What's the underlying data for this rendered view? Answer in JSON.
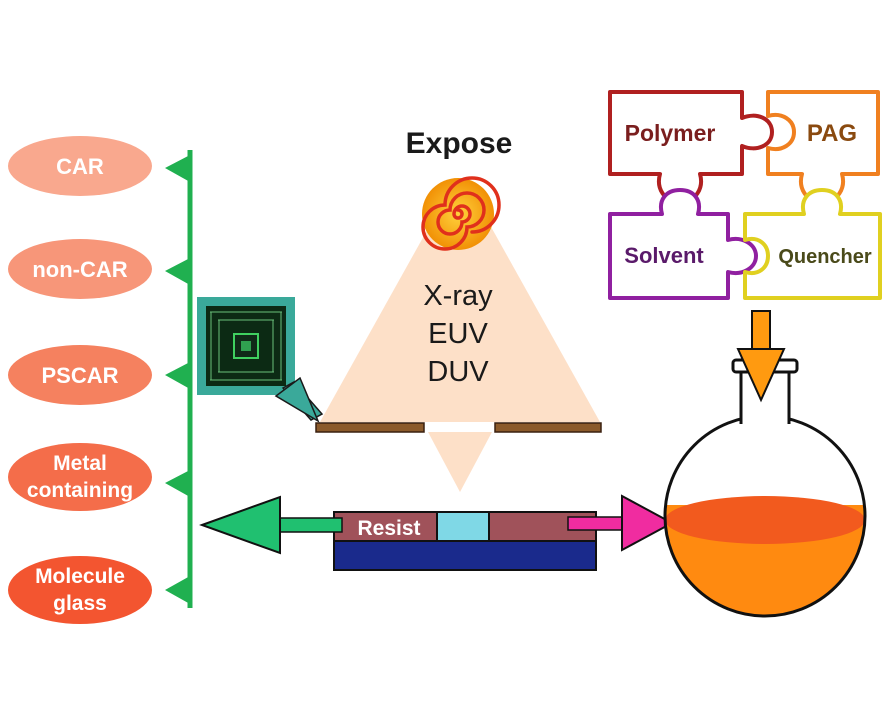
{
  "resist_types": [
    {
      "line1": "CAR",
      "line2": ""
    },
    {
      "line1": "non-CAR",
      "line2": ""
    },
    {
      "line1": "PSCAR",
      "line2": ""
    },
    {
      "line1": "Metal",
      "line2": "containing"
    },
    {
      "line1": "Molecule",
      "line2": "glass"
    }
  ],
  "expose": {
    "title": "Expose",
    "sources": [
      "X-ray",
      "EUV",
      "DUV"
    ]
  },
  "resist_label": "Resist",
  "components": {
    "polymer": "Polymer",
    "pag": "PAG",
    "solvent": "Solvent",
    "quencher": "Quencher"
  },
  "colors": {
    "pill": "#f47a5c",
    "green_line": "#20b050",
    "beam": "#fde0c8",
    "mask": "#8b5a2b",
    "resist": "#a0525a",
    "resist_open": "#7fd8e6",
    "substrate": "#1a2a8c",
    "liquid": "#ff7f00",
    "polymer_outline": "#b02020",
    "pag_outline": "#f08020",
    "solvent_outline": "#9020a0",
    "quencher_outline": "#e0d020"
  }
}
